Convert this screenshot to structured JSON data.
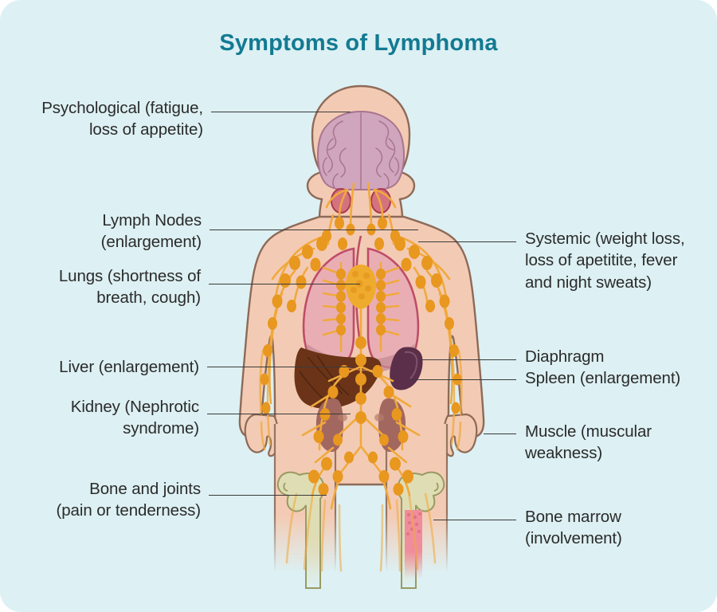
{
  "page": {
    "title": "Symptoms of Lymphoma",
    "background_color": "#ddf0f3",
    "title_color": "#127a92",
    "label_color": "#2b2b2b",
    "leader_line_color": "#3a3a3a"
  },
  "labels_left": [
    {
      "id": "psychological",
      "text": "Psychological (fatigue,\nloss of appetite)"
    },
    {
      "id": "lymph-nodes",
      "text": "Lymph Nodes\n(enlargement)"
    },
    {
      "id": "lungs",
      "text": "Lungs (shortness of\nbreath, cough)"
    },
    {
      "id": "liver",
      "text": "Liver (enlargement)"
    },
    {
      "id": "kidney",
      "text": "Kidney (Nephrotic\nsyndrome)"
    },
    {
      "id": "bone-joints",
      "text": "Bone and joints\n(pain or tenderness)"
    }
  ],
  "labels_right": [
    {
      "id": "systemic",
      "text": "Systemic (weight loss,\nloss of apetitite, fever\nand night sweats)"
    },
    {
      "id": "diaphragm",
      "text": "Diaphragm"
    },
    {
      "id": "spleen",
      "text": "Spleen (enlargement)"
    },
    {
      "id": "muscle",
      "text": "Muscle (muscular\nweakness)"
    },
    {
      "id": "bone-marrow",
      "text": "Bone marrow\n(involvement)"
    }
  ],
  "anatomy": {
    "skin_fill": "#f3cbb4",
    "skin_stroke": "#8d6a58",
    "brain_fill": "#cfa6bd",
    "brain_stroke": "#a9748f",
    "lung_fill": "#e8a9b4",
    "lung_stroke": "#b5385b",
    "liver_fill": "#6b3418",
    "spleen_fill": "#5b2f4a",
    "kidney_fill": "#a2675f",
    "bone_fill": "#dfddb4",
    "bone_stroke": "#9a9a62",
    "marrow_fill": "#ef8d9c",
    "lymph_vessel": "#f0a93c",
    "lymph_node": "#e8971f",
    "tonsil_fill": "#d4737f",
    "tonsil_stroke": "#a9384c",
    "thymus_fill": "#efab2e"
  },
  "organ_parts": [
    "brain",
    "tonsils",
    "thymus",
    "lungs",
    "diaphragm",
    "liver",
    "spleen",
    "kidneys",
    "femurs",
    "bone-marrow",
    "lymph-vessels",
    "lymph-nodes"
  ]
}
